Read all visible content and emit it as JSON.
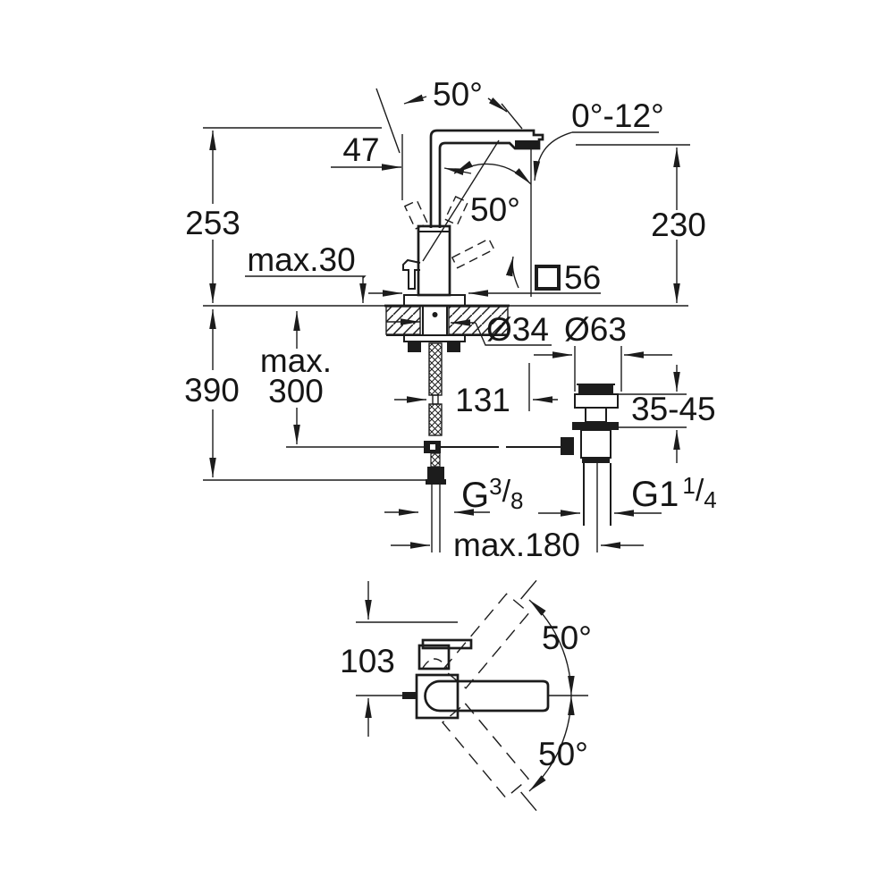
{
  "drawing": {
    "type": "technical-dimension-drawing",
    "views": [
      "side-elevation",
      "top-plan"
    ],
    "line_color": "#1c1c1c",
    "background": "#ffffff"
  },
  "labels": {
    "total_height": "253",
    "below_deck_depth": "390",
    "spout_height": "230",
    "deck_thickness": "max.30",
    "hose_reach_word": "max.",
    "hose_reach_value": "300",
    "spout_offset": "47",
    "lever_angle": "50°",
    "swivel_angle_top": "50°",
    "aerator_tilt": "0°-12°",
    "body_square": "56",
    "hole_diameter": "Ø34",
    "drain_flange_diameter": "Ø63",
    "rod_offset": "131",
    "basin_thickness_range": "35-45",
    "supply_thread_base": "G",
    "supply_thread_num": "3",
    "supply_thread_den": "8",
    "drain_thread_base": "G1",
    "drain_thread_num": "1",
    "drain_thread_den": "4",
    "hole_centers": "max.180",
    "top_view_height": "103",
    "swing_up_angle": "50°",
    "swing_down_angle": "50°"
  }
}
